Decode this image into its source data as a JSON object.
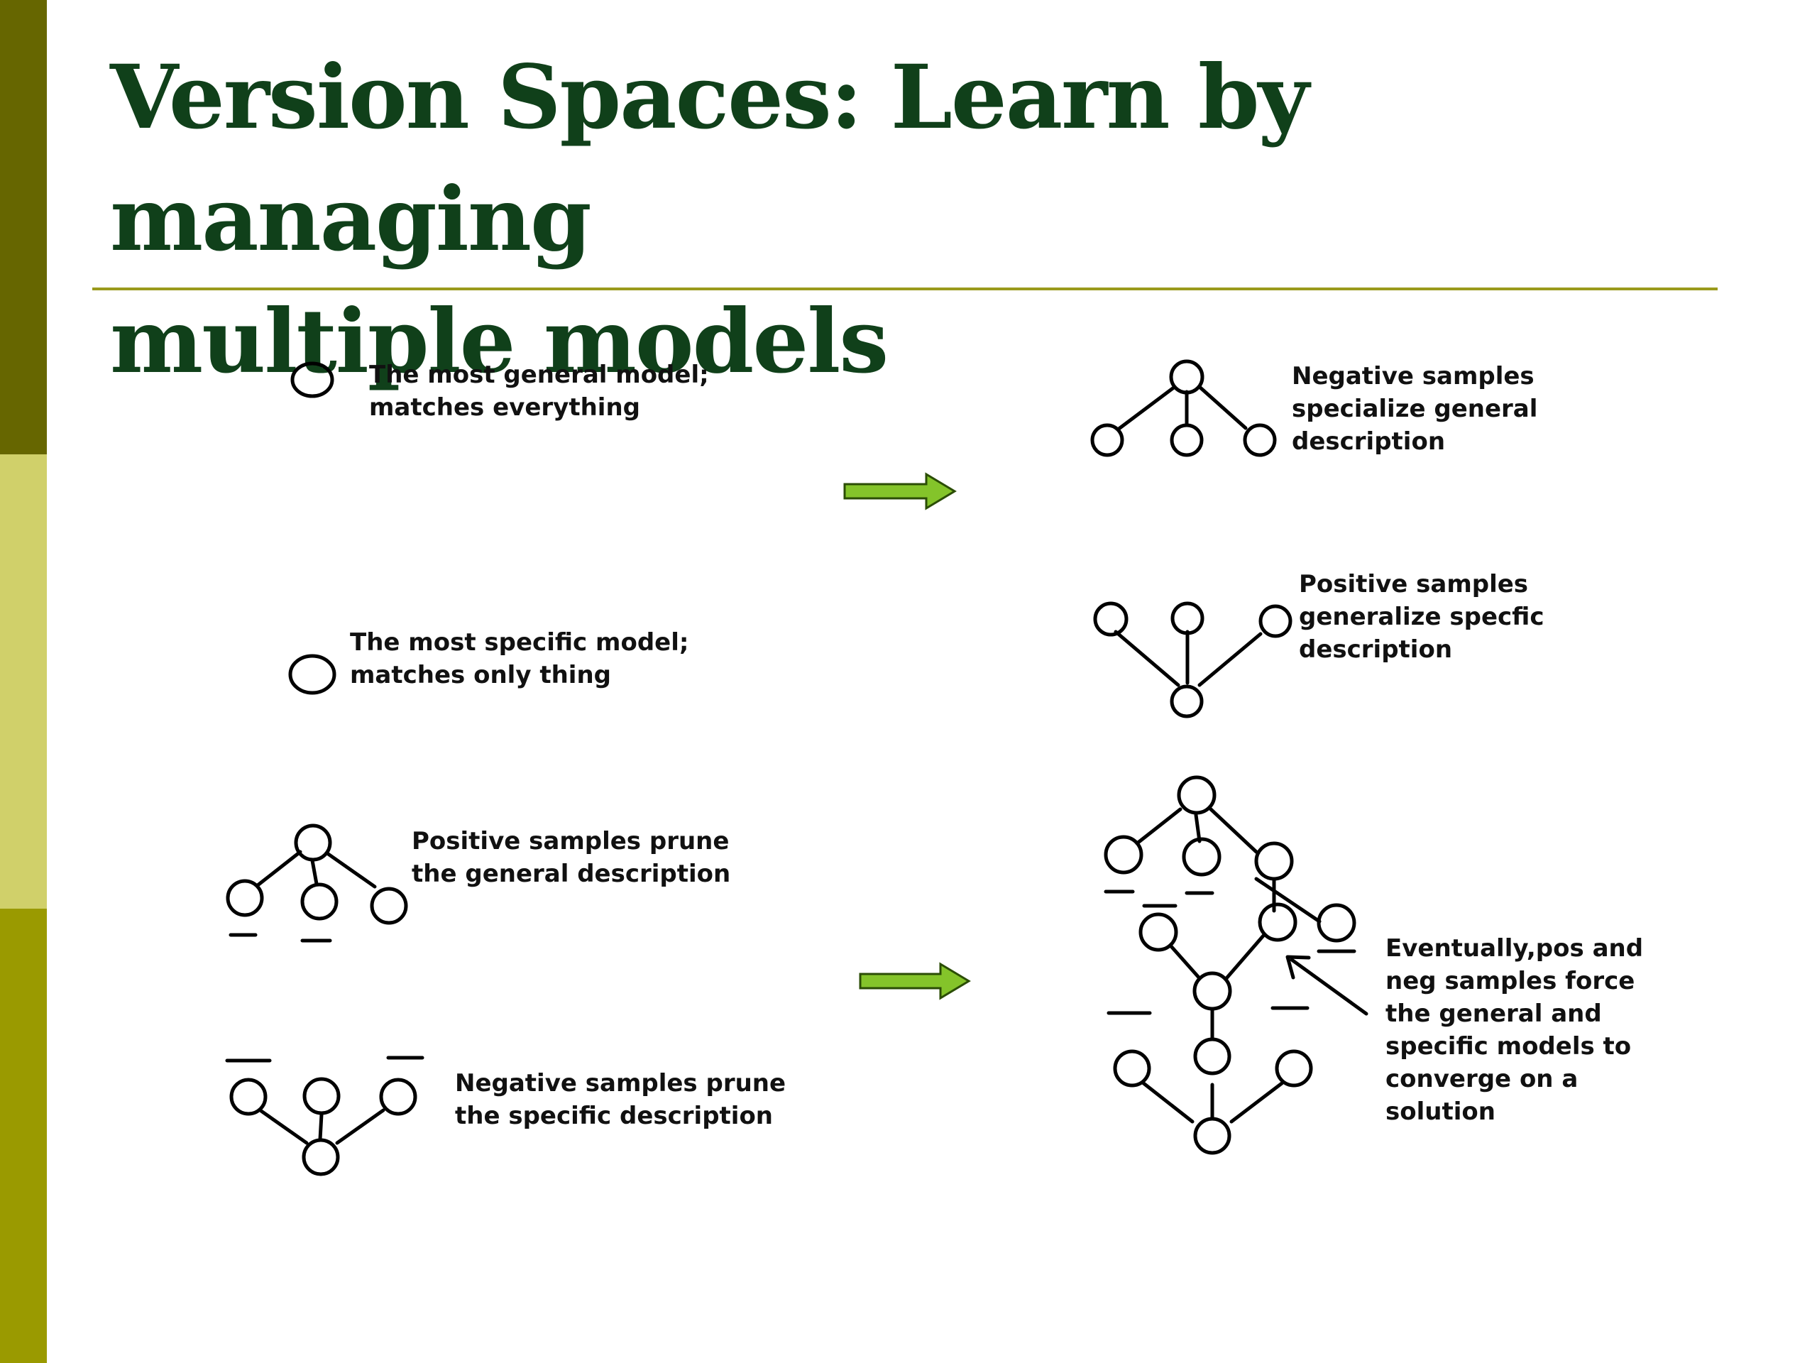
{
  "slide": {
    "title_line1": "Version Spaces: Learn by managing",
    "title_line2": "multiple models",
    "colors": {
      "title": "#10401a",
      "rule": "#9a9a1c",
      "sidebar_top": "#666600",
      "sidebar_mid": "#d0d06a",
      "sidebar_bottom": "#9a9a00",
      "arrow": "#84c42a"
    }
  },
  "labels": {
    "general_model": [
      "The most general model;",
      "matches everything"
    ],
    "specific_model": [
      "The most specific model;",
      "matches only thing"
    ],
    "pos_prune": [
      "Positive samples prune",
      "the general description"
    ],
    "neg_prune": [
      "Negative samples prune",
      "the specific description"
    ],
    "neg_specialize": [
      "Negative samples",
      "specialize general",
      "description"
    ],
    "pos_generalize": [
      "Positive samples",
      "generalize specfic",
      "description"
    ],
    "converge": [
      "Eventually,pos and",
      "neg samples force",
      "the general and",
      "specific models to",
      "converge on a",
      "solution"
    ]
  }
}
